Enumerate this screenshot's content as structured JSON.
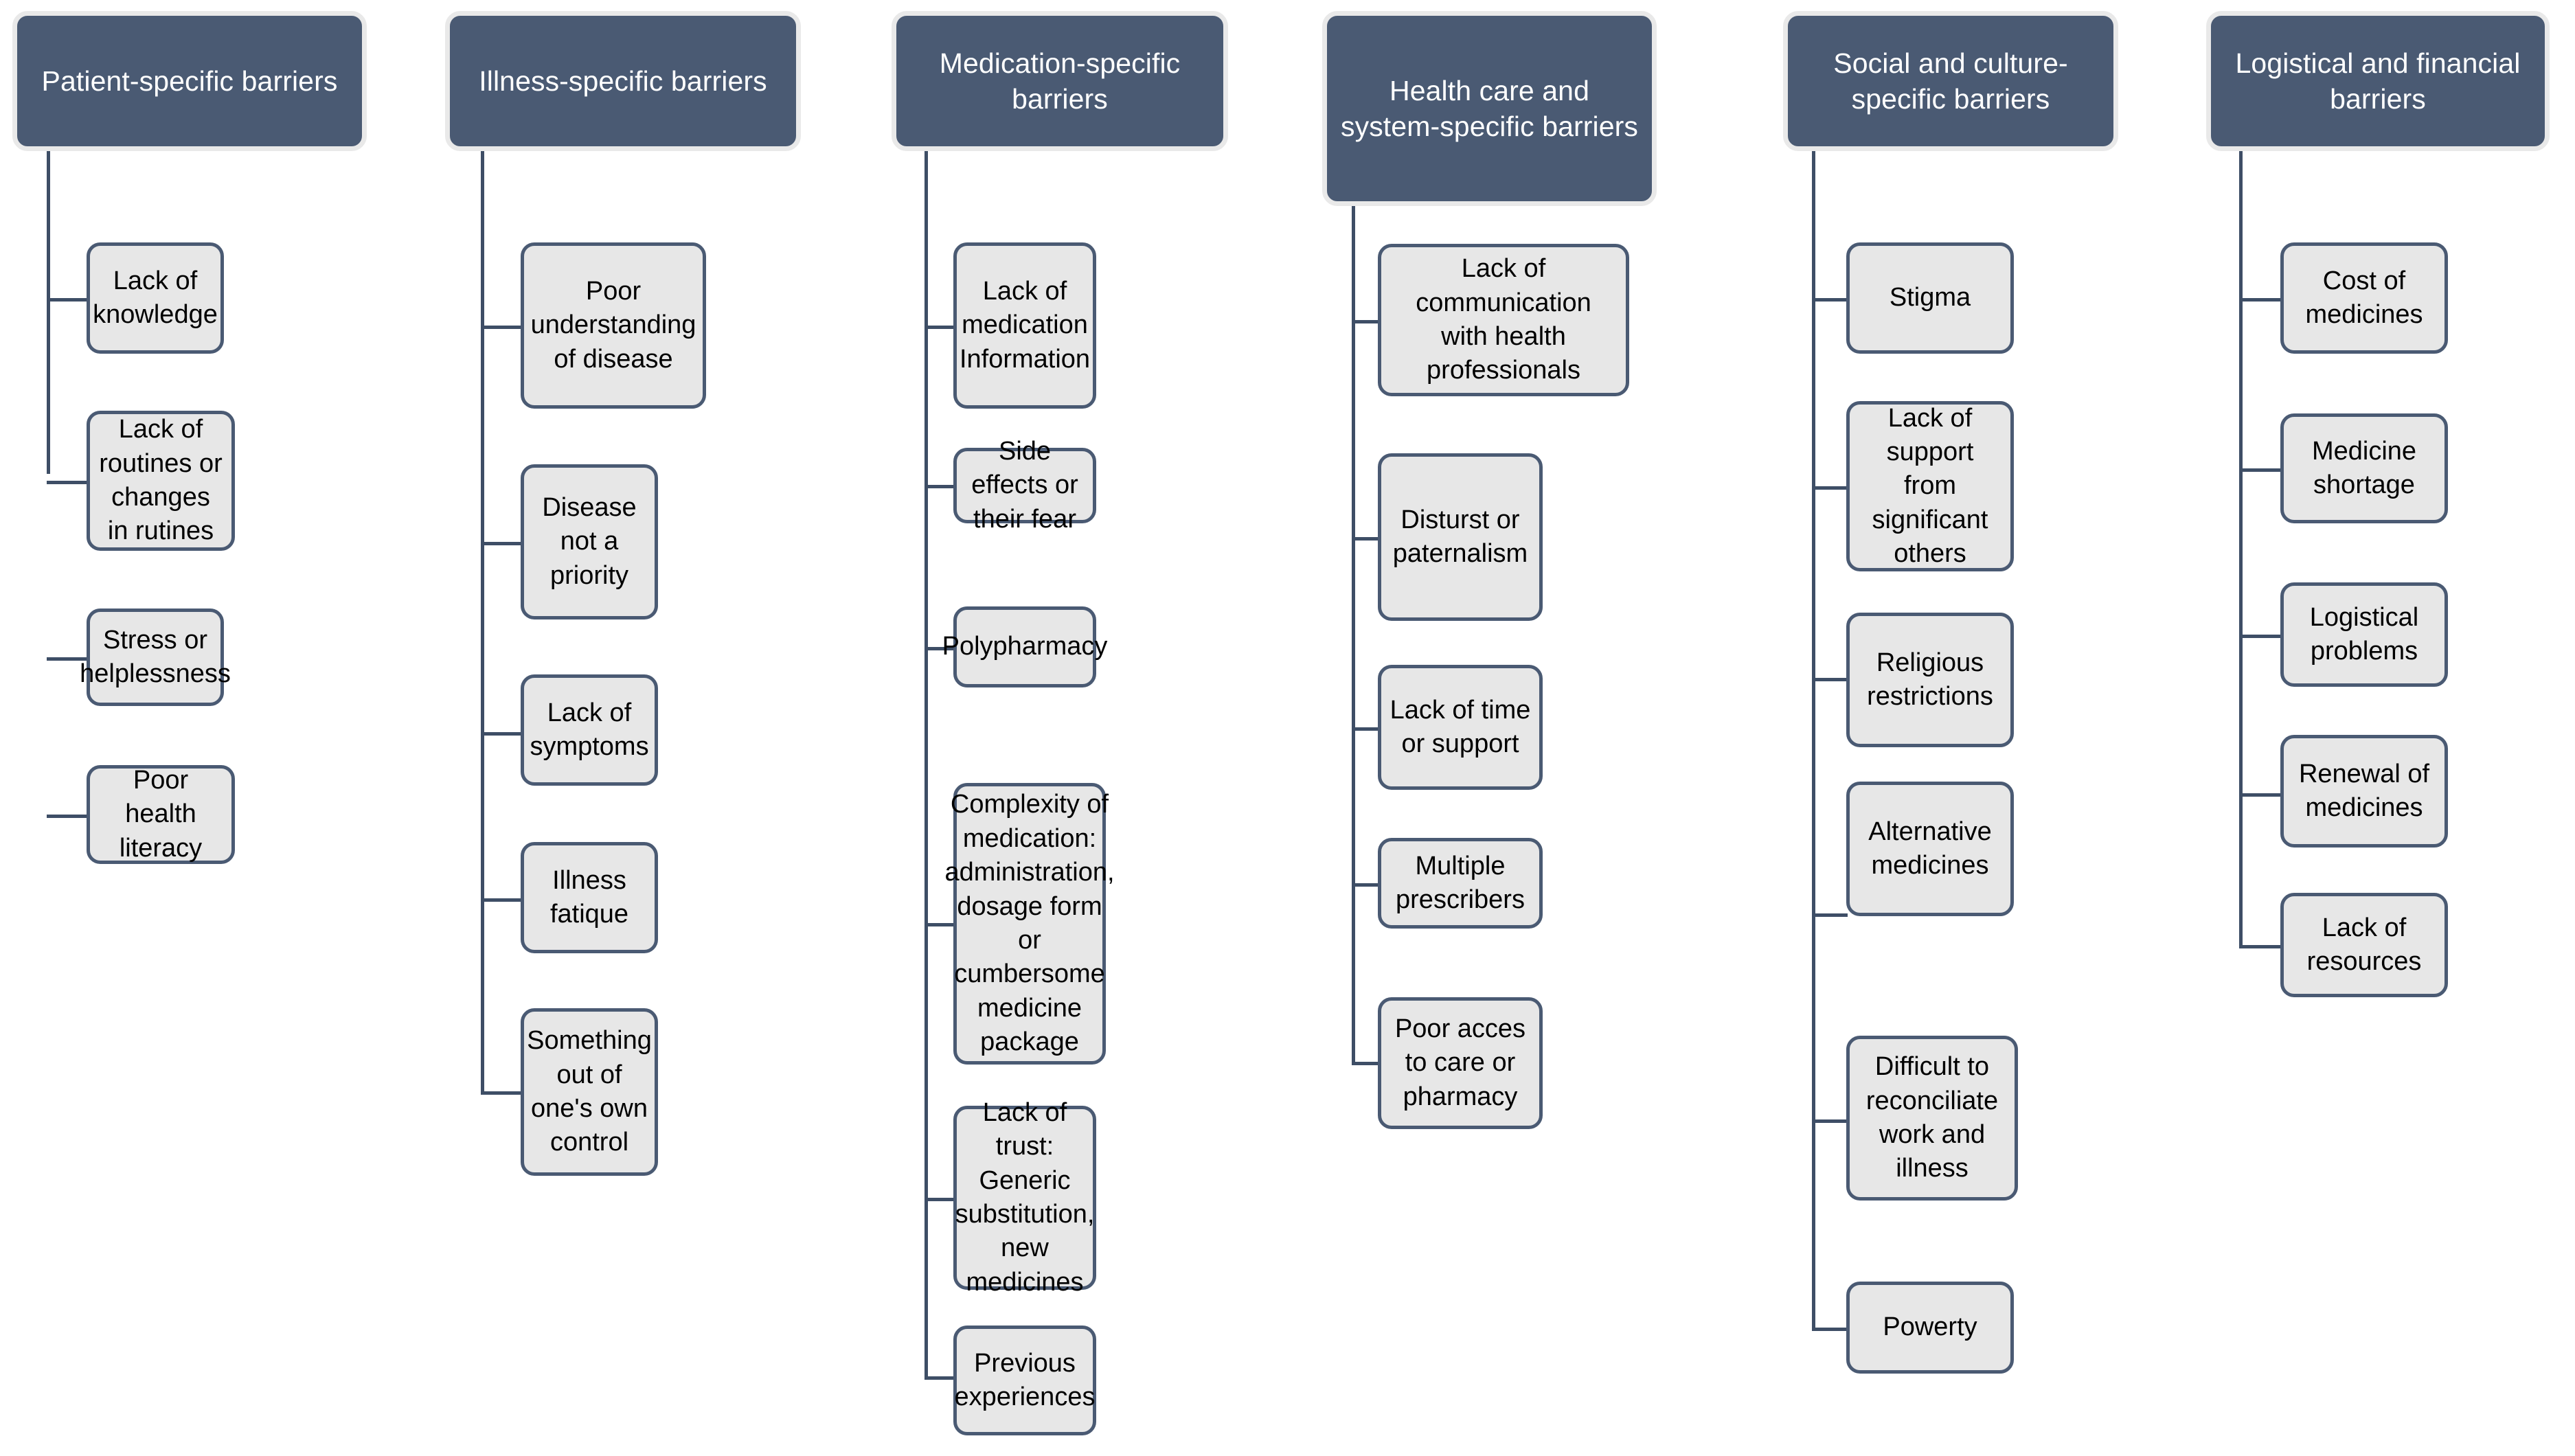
{
  "diagram": {
    "title": "Barriers categories",
    "colors": {
      "category_fill": "#4a5a73",
      "category_text": "#ffffff",
      "category_outer_border": "#e9e9e9",
      "item_fill": "#e7e7e7",
      "item_border": "#4a5a73",
      "item_text": "#000000",
      "connector": "#3e4e66",
      "background": "#ffffff"
    }
  },
  "columns": [
    {
      "id": "patient-specific",
      "title": "Patient-specific barriers",
      "items": [
        "Lack of knowledge",
        "Lack of routines or changes in rutines",
        "Stress or helplessness",
        "Poor health literacy"
      ]
    },
    {
      "id": "illness-specific",
      "title": "Illness-specific barriers",
      "items": [
        "Poor understanding of disease",
        "Disease not a priority",
        "Lack of symptoms",
        "Illness fatique",
        "Something out of one's own control"
      ]
    },
    {
      "id": "medication-specific",
      "title": "Medication-specific barriers",
      "items": [
        "Lack of medication Information",
        "Side effects or their fear",
        "Polypharmacy",
        "Complexity of medication: administration, dosage form or cumbersome medicine package",
        "Lack of trust: Generic substitution, new medicines",
        "Previous experiences"
      ]
    },
    {
      "id": "health-care-and-system-specific",
      "title": "Health care and system-specific barriers",
      "items": [
        "Lack of communication with health professionals",
        "Disturst or paternalism",
        "Lack of time or support",
        "Multiple prescribers",
        "Poor acces to care or pharmacy"
      ]
    },
    {
      "id": "social-and-culture-specific",
      "title": "Social and culture-specific barriers",
      "items": [
        "Stigma",
        "Lack of support from significant others",
        "Religious restrictions",
        "Alternative medicines",
        "Difficult to reconciliate work and illness",
        "Powerty"
      ]
    },
    {
      "id": "logistical-and-financial",
      "title": "Logistical and financial barriers",
      "items": [
        "Cost of medicines",
        "Medicine shortage",
        "Logistical problems",
        "Renewal of medicines",
        "Lack of resources"
      ]
    }
  ]
}
